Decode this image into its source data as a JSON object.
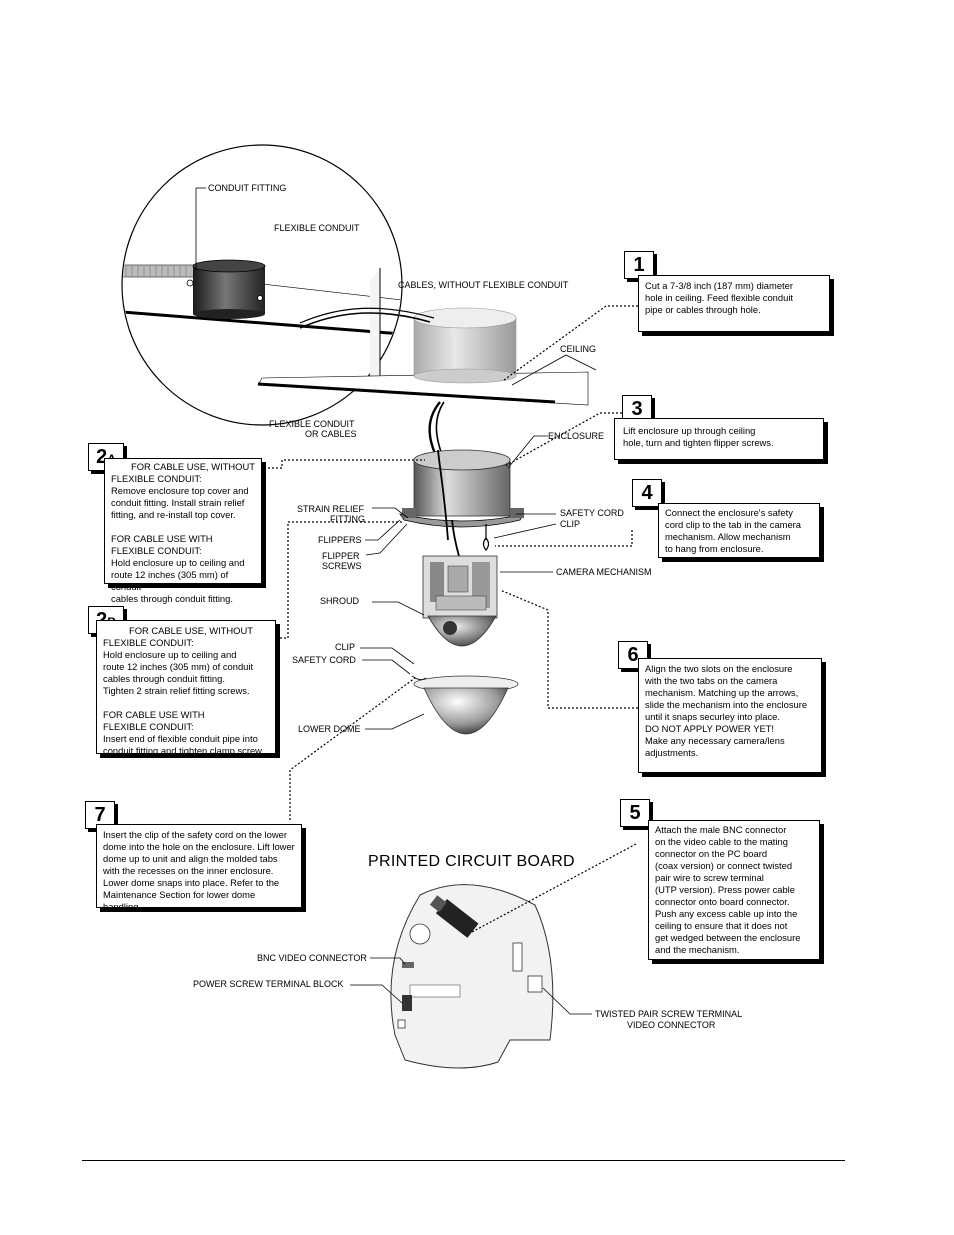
{
  "labels": {
    "conduit_fitting": "CONDUIT FITTING",
    "flexible_conduit": "FLEXIBLE CONDUIT",
    "cables_without": "CABLES, WITHOUT FLEXIBLE CONDUIT",
    "ceiling": "CEILING",
    "flex_or_cables_1": "FLEXIBLE CONDUIT",
    "flex_or_cables_2": "OR CABLES",
    "enclosure": "ENCLOSURE",
    "strain_relief_1": "STRAIN RELIEF",
    "strain_relief_2": "FITTING",
    "flippers": "FLIPPERS",
    "flipper_screws_1": "FLIPPER",
    "flipper_screws_2": "SCREWS",
    "safety_cord": "SAFETY CORD",
    "clip": "CLIP",
    "camera_mechanism": "CAMERA MECHANISM",
    "shroud": "SHROUD",
    "clip_lower": "CLIP",
    "safety_cord_lower": "SAFETY CORD",
    "lower_dome": "LOWER DOME",
    "pcb_title": "PRINTED CIRCUIT BOARD",
    "bnc_video_connector": "BNC VIDEO CONNECTOR",
    "power_screw_terminal": "POWER SCREW TERMINAL BLOCK",
    "twisted_pair_1": "TWISTED PAIR SCREW TERMINAL",
    "twisted_pair_2": "VIDEO CONNECTOR"
  },
  "steps": {
    "s1": {
      "num": "1",
      "text": "Cut a 7-3/8 inch (187 mm) diameter\nhole in ceiling. Feed flexible conduit\npipe or cables through hole."
    },
    "s3": {
      "num": "3",
      "text": "Lift enclosure up through ceiling\nhole, turn and tighten flipper screws."
    },
    "s4": {
      "num": "4",
      "text": "Connect the enclosure's safety\ncord clip to the tab in the camera\nmechanism. Allow mechanism\nto hang from enclosure."
    },
    "s2a": {
      "num": "2",
      "sub": "A",
      "text": "FOR CABLE USE, WITHOUT\nFLEXIBLE CONDUIT:\nRemove enclosure top cover and\nconduit fitting. Install strain relief\nfitting, and re-install top cover.\n\nFOR CABLE USE WITH\nFLEXIBLE CONDUIT:\nHold enclosure up to ceiling and\nroute 12 inches (305 mm) of conduit\ncables through conduit fitting."
    },
    "s2b": {
      "num": "2",
      "sub": "B",
      "text": "FOR CABLE USE, WITHOUT\nFLEXIBLE CONDUIT:\nHold enclosure up to ceiling and\nroute 12 inches (305 mm) of conduit\ncables through conduit fitting.\nTighten 2 strain relief fitting screws.\n\nFOR CABLE USE WITH\nFLEXIBLE CONDUIT:\nInsert end of flexible conduit pipe into\nconduit fitting and tighten clamp screw."
    },
    "s6": {
      "num": "6",
      "text": "Align the two slots on the enclosure\nwith the two tabs on the camera\nmechanism. Matching up the arrows,\nslide the mechanism into the enclosure\nuntil it snaps securley into place.\nDO NOT APPLY POWER YET!\nMake any necessary camera/lens\nadjustments."
    },
    "s7": {
      "num": "7",
      "text": "Insert the clip of the safety cord on the lower\ndome into the hole on the enclosure. Lift lower\ndome up to unit and align the molded tabs\nwith the recesses on the inner enclosure.\nLower dome snaps into place. Refer to the\nMaintenance Section for lower dome handling."
    },
    "s5": {
      "num": "5",
      "text": "Attach the male BNC connector\non the video cable to the mating\nconnector on the PC board\n(coax version) or connect twisted\npair wire to screw terminal\n(UTP version). Press power cable\nconnector onto board connector.\nPush any excess cable up into the\nceiling to ensure that it does not\nget wedged  between the enclosure\nand the mechanism."
    }
  }
}
